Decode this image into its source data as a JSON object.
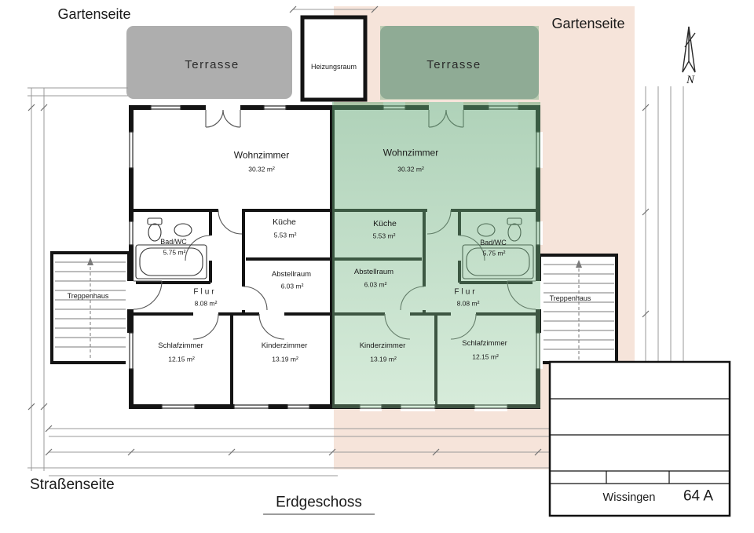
{
  "labels": {
    "garden_side_left": "Gartenseite",
    "garden_side_right": "Gartenseite",
    "street_side": "Straßenseite",
    "floor_name": "Erdgeschoss",
    "compass_north": "N",
    "heizungsraum": "Heizungsraum"
  },
  "unit_left": {
    "terrasse": "Terrasse",
    "treppenhaus": "Treppenhaus",
    "rooms": {
      "wohnzimmer": {
        "name": "Wohnzimmer",
        "area": "30.32 m²"
      },
      "kueche": {
        "name": "Küche",
        "area": "5.53 m²"
      },
      "bad_wc": {
        "name": "Bad/WC",
        "area": "5.75 m²"
      },
      "abstellraum": {
        "name": "Abstellraum",
        "area": "6.03 m²"
      },
      "flur": {
        "name": "Flur",
        "area": "8.08 m²"
      },
      "schlafzimmer": {
        "name": "Schlafzimmer",
        "area": "12.15 m²"
      },
      "kinderzimmer": {
        "name": "Kinderzimmer",
        "area": "13.19 m²"
      }
    }
  },
  "unit_right": {
    "terrasse": "Terrasse",
    "treppenhaus": "Treppenhaus",
    "rooms": {
      "wohnzimmer": {
        "name": "Wohnzimmer",
        "area": "30.32 m²"
      },
      "kueche": {
        "name": "Küche",
        "area": "5.53 m²"
      },
      "bad_wc": {
        "name": "Bad/WC",
        "area": "5.75 m²"
      },
      "abstellraum": {
        "name": "Abstellraum",
        "area": "6.03 m²"
      },
      "flur": {
        "name": "Flur",
        "area": "8.08 m²"
      },
      "schlafzimmer": {
        "name": "Schlafzimmer",
        "area": "12.15 m²"
      },
      "kinderzimmer": {
        "name": "Kinderzimmer",
        "area": "13.19 m²"
      }
    }
  },
  "title_block": {
    "name": "Wissingen",
    "house_number": "64 A"
  },
  "colors": {
    "highlight_green": "#8fbf9b",
    "highlight_peach": "#f3dccd",
    "terrace_gray": "#aeaeae"
  }
}
